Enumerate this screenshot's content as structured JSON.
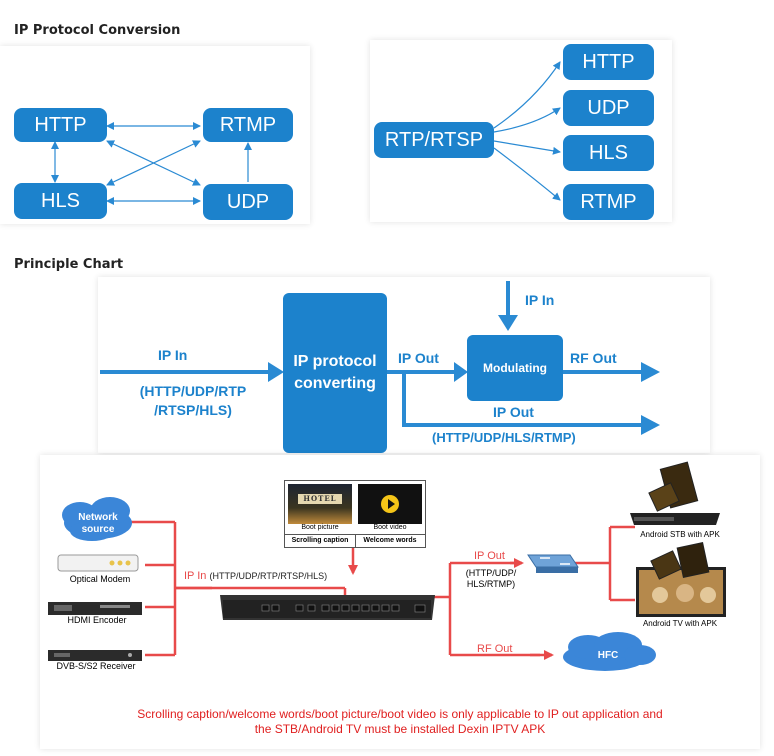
{
  "section1": {
    "title": "IP Protocol Conversion"
  },
  "diagram_left": {
    "http": "HTTP",
    "rtmp": "RTMP",
    "hls": "HLS",
    "udp": "UDP"
  },
  "diagram_right": {
    "source": "RTP/RTSP",
    "out1": "HTTP",
    "out2": "UDP",
    "out3": "HLS",
    "out4": "RTMP"
  },
  "section2": {
    "title": "Principle Chart"
  },
  "principle": {
    "ip_in_left": "IP In",
    "ip_in_left_proto_line1": "(HTTP/UDP/RTP",
    "ip_in_left_proto_line2": "/RTSP/HLS)",
    "converter_line1": "IP protocol",
    "converter_line2": "converting",
    "ip_out_top": "IP Out",
    "ip_in_top": "IP In",
    "modulating": "Modulating",
    "rf_out": "RF Out",
    "ip_out_bottom": "IP Out",
    "ip_out_bottom_proto": "(HTTP/UDP/HLS/RTMP)"
  },
  "topology": {
    "network_source_line1": "Network",
    "network_source_line2": "source",
    "optical_modem": "Optical Modem",
    "hdmi_encoder": "HDMI Encoder",
    "dvb_receiver": "DVB-S/S2 Receiver",
    "ip_in": "IP In",
    "ip_in_proto": "(HTTP/UDP/RTP/RTSP/HLS)",
    "hotel_sign": "HOTEL",
    "boot_picture": "Boot picture",
    "boot_video": "Boot video",
    "scrolling_caption": "Scrolling caption",
    "welcome_words": "Welcome words",
    "ip_out": "IP Out",
    "ip_out_proto_line1": "(HTTP/UDP/",
    "ip_out_proto_line2": "HLS/RTMP)",
    "rf_out": "RF Out",
    "hfc": "HFC",
    "android_stb": "Android STB with APK",
    "android_tv": "Android TV with APK",
    "note_line1": "Scrolling caption/welcome words/boot picture/boot video is only applicable to IP out application and",
    "note_line2": "the STB/Android TV must be installed Dexin IPTV APK"
  },
  "colors": {
    "box_blue": "#1c82cc",
    "arrow_blue": "#2a8ad3",
    "red": "#e84a4a",
    "cloud_blue": "#3b86d8"
  }
}
